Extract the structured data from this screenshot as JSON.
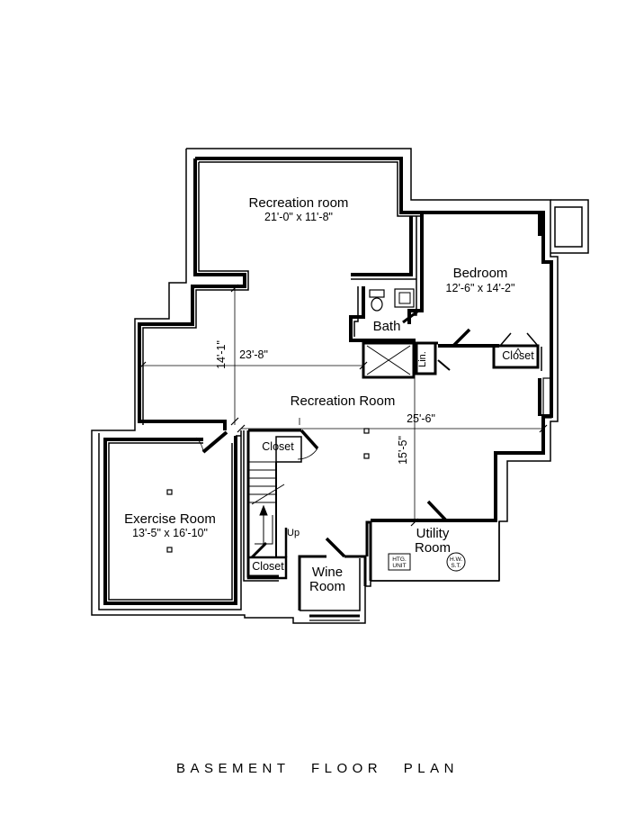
{
  "title": "BASEMENT FLOOR PLAN",
  "rooms": {
    "recreation_upper": {
      "name": "Recreation room",
      "size": "21'-0\" x 11'-8\""
    },
    "bedroom": {
      "name": "Bedroom",
      "size": "12'-6\" x 14'-2\""
    },
    "bath": {
      "name": "Bath"
    },
    "linen": {
      "name": "Lin."
    },
    "bedroom_closet": {
      "name": "Closet"
    },
    "recreation_main": {
      "name": "Recreation Room"
    },
    "stair_closet": {
      "name": "Closet"
    },
    "exercise": {
      "name": "Exercise Room",
      "size": "13'-5\" x 16'-10\""
    },
    "lower_closet": {
      "name": "Closet"
    },
    "wine": {
      "line1": "Wine",
      "line2": "Room"
    },
    "utility": {
      "line1": "Utility",
      "line2": "Room"
    }
  },
  "stair": {
    "label": "Up"
  },
  "equipment": {
    "heating": {
      "line1": "HTG.",
      "line2": "UNIT"
    },
    "water_heater": {
      "line1": "H.W.",
      "line2": "S.T."
    }
  },
  "dimensions": {
    "vertical_left": "14'-1\"",
    "horizontal_upper": "23'-8\"",
    "horizontal_lower": "25'-6\"",
    "vertical_right": "15'-5\""
  }
}
